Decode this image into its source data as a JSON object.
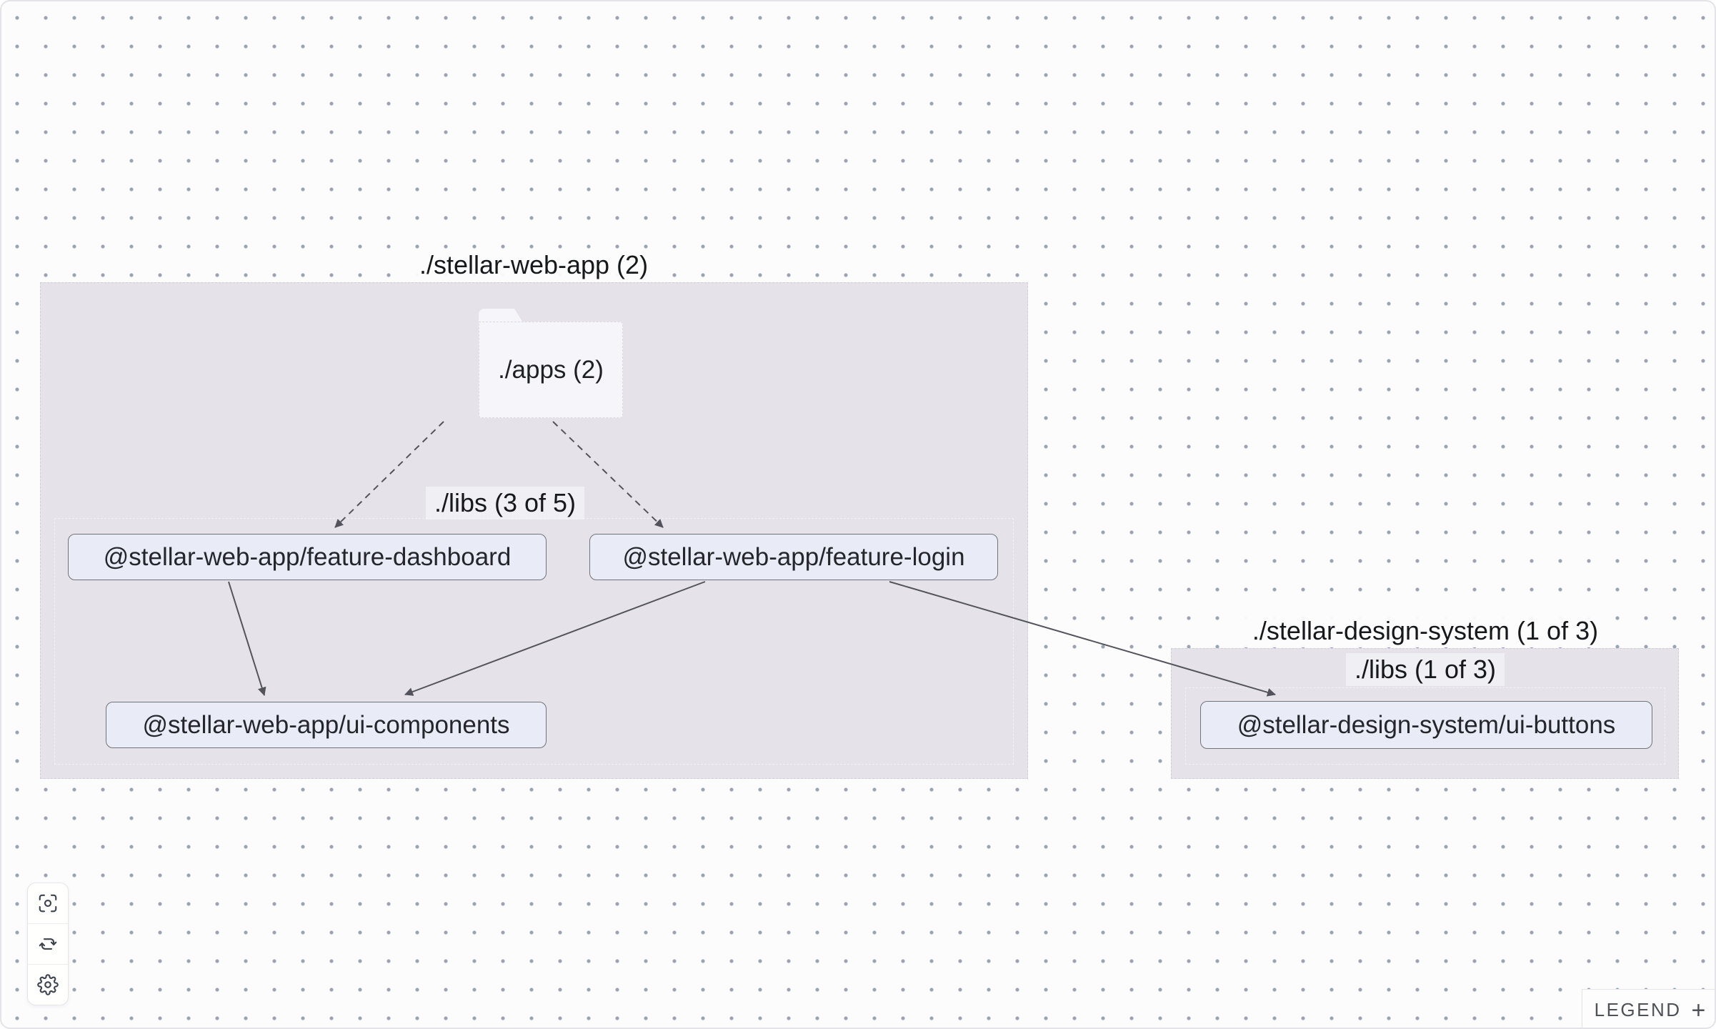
{
  "colors": {
    "canvas_bg": "#fcfcfd",
    "dot": "#9aa4b4",
    "group_fill": "#e5e3e9",
    "node_fill": "#e9ecf6",
    "node_border": "#71737b",
    "edge": "#53545b",
    "folder_fill": "#f6f5f9"
  },
  "graph": {
    "groups": [
      {
        "title": "./stellar-web-app (2)",
        "folders": [
          {
            "label": "./apps (2)"
          }
        ],
        "sections": [
          {
            "label": "./libs (3 of 5)"
          }
        ]
      },
      {
        "title": "./stellar-design-system (1 of 3)",
        "sections": [
          {
            "label": "./libs (1 of 3)"
          }
        ]
      }
    ],
    "nodes": [
      {
        "id": "feature-dashboard",
        "label": "@stellar-web-app/feature-dashboard"
      },
      {
        "id": "feature-login",
        "label": "@stellar-web-app/feature-login"
      },
      {
        "id": "ui-components",
        "label": "@stellar-web-app/ui-components"
      },
      {
        "id": "ui-buttons",
        "label": "@stellar-design-system/ui-buttons"
      }
    ],
    "edges": [
      {
        "from": "./apps",
        "to": "feature-dashboard",
        "style": "dashed"
      },
      {
        "from": "./apps",
        "to": "feature-login",
        "style": "dashed"
      },
      {
        "from": "feature-dashboard",
        "to": "ui-components",
        "style": "solid"
      },
      {
        "from": "feature-login",
        "to": "ui-components",
        "style": "solid"
      },
      {
        "from": "feature-login",
        "to": "ui-buttons",
        "style": "solid"
      }
    ]
  },
  "toolbar": {
    "buttons": [
      {
        "icon": "focus-center-icon"
      },
      {
        "icon": "refresh-cycle-icon"
      },
      {
        "icon": "settings-gear-icon"
      }
    ]
  },
  "legend": {
    "label": "LEGEND",
    "expand": "+"
  }
}
